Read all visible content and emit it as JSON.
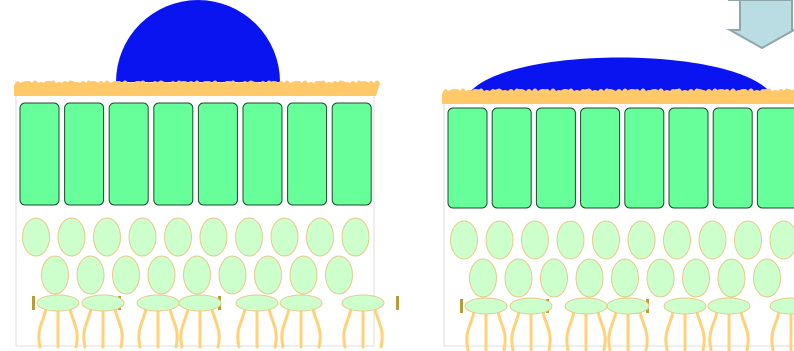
{
  "colors": {
    "droplet": "#0a14f0",
    "surface": "#ffc96a",
    "cells": "#66ff99",
    "cell_outline": "#1f4a2e",
    "ovals": "#ccffcc",
    "oval_outline": "#e8c98a",
    "roots": "#ffd27a",
    "tissue_outline": "#dddddd",
    "arrow": "#b9dde2",
    "arrow_outline": "#8fa6aa",
    "marker": "#b99a3c"
  },
  "panels": [
    {
      "id": "left",
      "droplet_shape": "tall-dome",
      "cell_columns": 8
    },
    {
      "id": "right",
      "droplet_shape": "flattened",
      "cell_columns": 8
    }
  ],
  "arrow": {
    "direction": "down"
  }
}
